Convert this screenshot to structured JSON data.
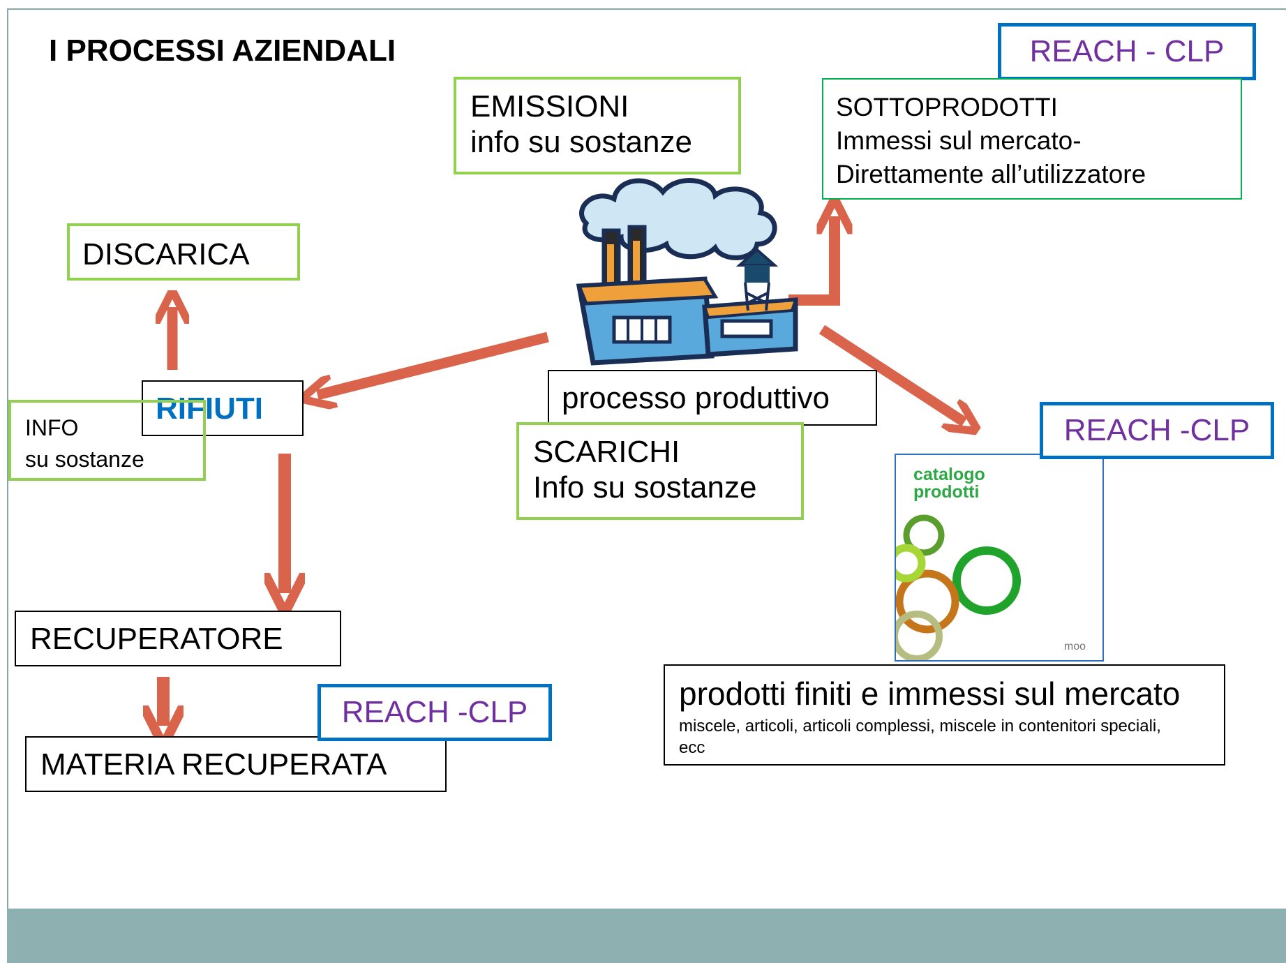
{
  "title": "I PROCESSI AZIENDALI",
  "reach_clp": {
    "top": "REACH - CLP",
    "right": "REACH -CLP",
    "bottom": "REACH -CLP"
  },
  "emissioni": {
    "line1": "EMISSIONI",
    "line2": "info su sostanze"
  },
  "sottoprodotti": {
    "line1": "SOTTOPRODOTTI",
    "line2": "Immessi sul mercato-",
    "line3": "Direttamente all’utilizzatore"
  },
  "discarica": "DISCARICA",
  "rifiuti": "RIFIUTI",
  "info_rifiuti": {
    "line1": "INFO",
    "line2": "su sostanze"
  },
  "processo": "processo produttivo",
  "scarichi": {
    "line1": "SCARICHI",
    "line2": "Info su sostanze"
  },
  "recuperatore": "RECUPERATORE",
  "materia": "MATERIA RECUPERATA",
  "catalogo": {
    "line1": "catalogo",
    "line2": "prodotti",
    "logo": "moo"
  },
  "prodotti": {
    "main": "prodotti finiti e immessi sul mercato",
    "sub": "miscele, articoli, articoli complessi,  miscele in contenitori speciali, ecc"
  },
  "colors": {
    "arrow": "#d9634b",
    "green_border": "#92d050",
    "blue_border": "#0070c0",
    "reach_text": "#7030a0",
    "rifiuti_text": "#0070c0",
    "footer": "#8fb0b0"
  }
}
